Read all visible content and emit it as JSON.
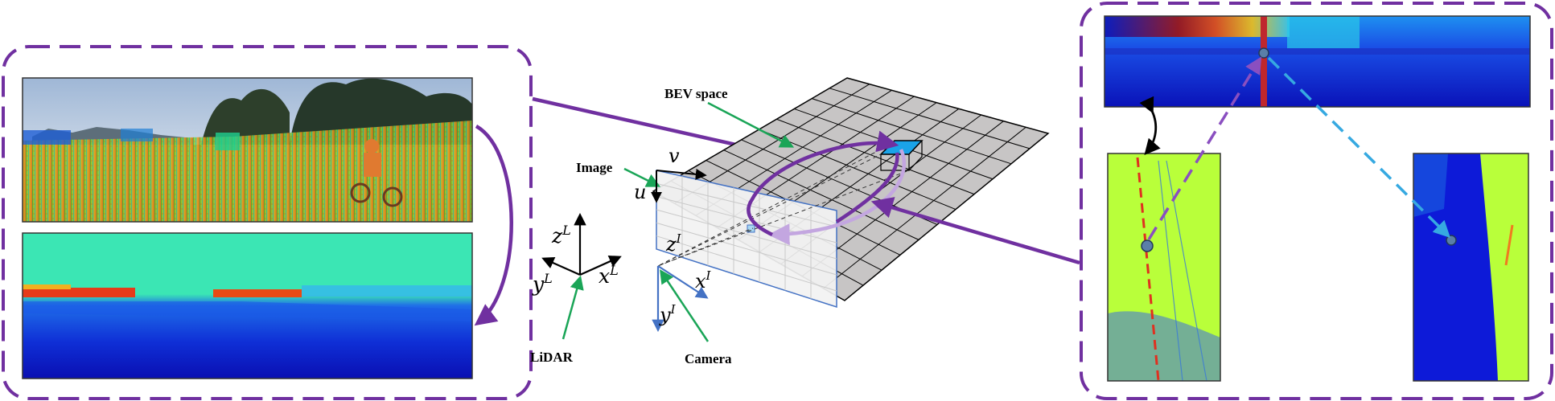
{
  "labels": {
    "bev_space": "BEV space",
    "image": "Image",
    "lidar": "LiDAR",
    "camera": "Camera"
  },
  "axes": {
    "lidar": {
      "z": "z",
      "z_sup": "L",
      "y": "y",
      "y_sup": "L",
      "x": "x",
      "x_sup": "L"
    },
    "camera": {
      "z": "z",
      "z_sup": "I",
      "x": "x",
      "x_sup": "I",
      "y": "y",
      "y_sup": "I"
    },
    "image": {
      "u": "u",
      "v": "v"
    }
  },
  "colors": {
    "frame_purple": "#7030a0",
    "bev_grid_fill": "#c7c5c5",
    "bev_cell_highlight": "#1aa3e8",
    "arrow_green": "#1aa557",
    "arrow_blue": "#4472c4",
    "arrow_light_blue": "#36a9e1",
    "arc_purple_light": "#c3a6e0",
    "column_red": "#c0272d",
    "depth_green": "#b9ff3a",
    "depth_blue": "#0d1ad8"
  }
}
